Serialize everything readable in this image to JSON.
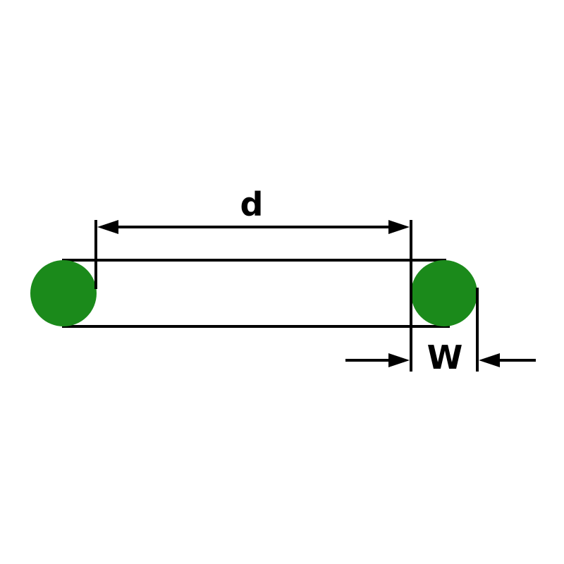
{
  "diagram": {
    "type": "o-ring-dimension-drawing",
    "labels": {
      "inner_diameter": "d",
      "cross_section_width": "W"
    },
    "colors": {
      "ring_fill": "#1b8a1b",
      "line": "#000000",
      "background": "#ffffff"
    }
  }
}
